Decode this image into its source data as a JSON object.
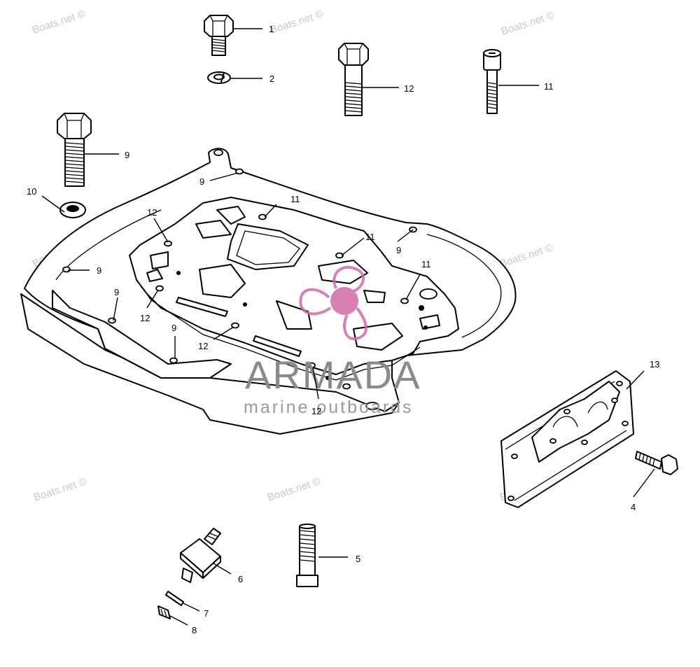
{
  "watermark_text": "Boats.net ©",
  "brand": {
    "name": "ARMADA",
    "tagline": "marine outboards",
    "logo_color": "#d26aa8"
  },
  "callouts": {
    "c1": "1",
    "c2": "2",
    "c4": "4",
    "c5": "5",
    "c6": "6",
    "c7": "7",
    "c8": "8",
    "c9a": "9",
    "c9b": "9",
    "c9c": "9",
    "c9d": "9",
    "c9e": "9",
    "c9f": "9",
    "c10": "10",
    "c11a": "11",
    "c11b": "11",
    "c11c": "11",
    "c11d": "11",
    "c12a": "12",
    "c12b": "12",
    "c12c": "12",
    "c12d": "12",
    "c12e": "12",
    "c13": "13"
  }
}
